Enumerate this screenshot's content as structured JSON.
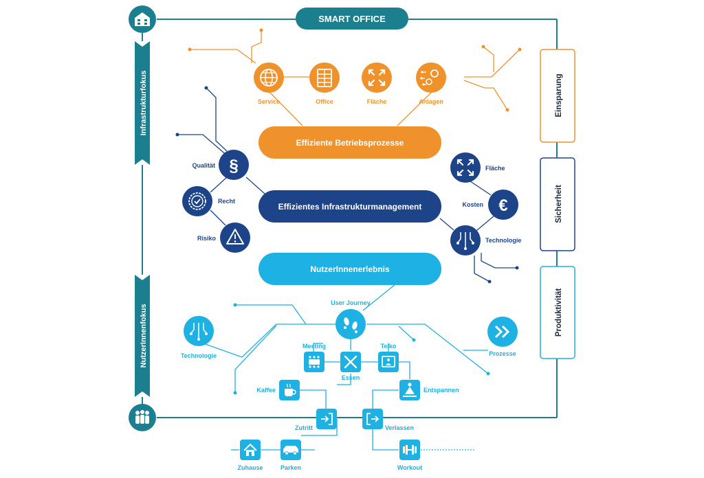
{
  "title": "SMART OFFICE",
  "colors": {
    "teal": "#1b7f8f",
    "orange": "#f0922b",
    "navy": "#1d4388",
    "cyan": "#1eb1e3",
    "light_cyan": "#2ab5e6"
  },
  "vertical_labels": {
    "left_top": "Infrastrukturfokus",
    "left_bottom": "NutzerInnenfokus"
  },
  "side_boxes": [
    "Einsparung",
    "Sicherheit",
    "Produktivität"
  ],
  "pills": {
    "betrieb": "Effiziente Betriebsprozesse",
    "infra": "Effizientes Infrastrukturmanagement",
    "nutzer": "NutzerInnenerlebnis"
  },
  "orange_icons": [
    {
      "label": "Service",
      "icon": "globe-icon"
    },
    {
      "label": "Office",
      "icon": "building-icon"
    },
    {
      "label": "Fläche",
      "icon": "expand-arrows-icon"
    },
    {
      "label": "Anlagen",
      "icon": "gears-circuit-icon"
    }
  ],
  "navy_left_icons": [
    {
      "label": "Qualität",
      "icon": "paragraph-icon"
    },
    {
      "label": "Recht",
      "icon": "seal-check-icon"
    },
    {
      "label": "Risiko",
      "icon": "warning-icon"
    }
  ],
  "navy_right_icons": [
    {
      "label": "Fläche",
      "icon": "expand-arrows-icon"
    },
    {
      "label": "Kosten",
      "icon": "euro-icon"
    },
    {
      "label": "Technologie",
      "icon": "circuit-icon"
    }
  ],
  "cyan_round_icons": [
    {
      "label": "User Journey",
      "icon": "footprints-icon"
    },
    {
      "label": "Technologie",
      "icon": "circuit-icon"
    },
    {
      "label": "Prozesse",
      "icon": "double-chevron-icon"
    }
  ],
  "journey_tiles": [
    {
      "label": "Meeting",
      "icon": "meeting-icon"
    },
    {
      "label": "Telko",
      "icon": "video-call-icon"
    },
    {
      "label": "Essen",
      "icon": "cutlery-icon"
    },
    {
      "label": "Kaffee",
      "icon": "coffee-icon"
    },
    {
      "label": "Entspannen",
      "icon": "relax-icon"
    },
    {
      "label": "Zutritt",
      "icon": "enter-icon"
    },
    {
      "label": "Verlassen",
      "icon": "exit-icon"
    },
    {
      "label": "Zuhause",
      "icon": "home-icon"
    },
    {
      "label": "Parken",
      "icon": "car-icon"
    },
    {
      "label": "Workout",
      "icon": "dumbbell-icon"
    }
  ]
}
